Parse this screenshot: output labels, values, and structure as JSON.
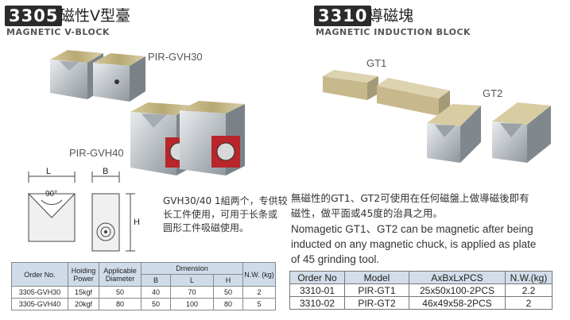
{
  "left": {
    "code": "3305",
    "title_cn": "磁性V型臺",
    "title_en": "MAGNETIC V-BLOCK",
    "label_small": "PIR-GVH30",
    "label_large": "PIR-GVH40",
    "diagram": {
      "L": "L",
      "B": "B",
      "H": "H",
      "angle": "90°"
    },
    "description": [
      "GVH30/40 1組两个，专供较",
      "长工件使用，可用于长条或",
      "圆形工件吸磁使用。"
    ],
    "table": {
      "headers": {
        "order_no": "Order No.",
        "holding_power": "Hoiding Power",
        "applicable_diameter": "Applicable Diameter",
        "dimension": "Dmension",
        "nw": "N.W. (kg)",
        "b": "B",
        "l": "L",
        "h": "H"
      },
      "rows": [
        {
          "order_no": "3305-GVH30",
          "holding_power": "15kgf",
          "diameter": "50",
          "b": "40",
          "l": "70",
          "h": "50",
          "nw": "2"
        },
        {
          "order_no": "3305-GVH40",
          "holding_power": "20kgf",
          "diameter": "80",
          "b": "50",
          "l": "100",
          "h": "80",
          "nw": "5"
        }
      ]
    }
  },
  "right": {
    "code": "3310",
    "title_cn": "導磁塊",
    "title_en": "MAGNETIC INDUCTION BLOCK",
    "label_gt1": "GT1",
    "label_gt2": "GT2",
    "desc_cn": [
      "無磁性的GT1、GT2可使用在任何磁盤上做導磁後即有",
      "磁性，做平面或45度的治具之用。"
    ],
    "desc_en": [
      "Nomagetic GT1、GT2 can be magnetic after being",
      "inducted on any magnetic chuck, is applied as plate",
      "of 45 grinding tool."
    ],
    "table": {
      "headers": {
        "order_no": "Order No",
        "model": "Model",
        "dims": "AxBxLxPCS",
        "nw": "N.W.(kg)"
      },
      "rows": [
        {
          "order_no": "3310-01",
          "model": "PIR-GT1",
          "dims": "25x50x100-2PCS",
          "nw": "2.2"
        },
        {
          "order_no": "3310-02",
          "model": "PIR-GT2",
          "dims": "46x49x58-2PCS",
          "nw": "2"
        }
      ]
    }
  }
}
